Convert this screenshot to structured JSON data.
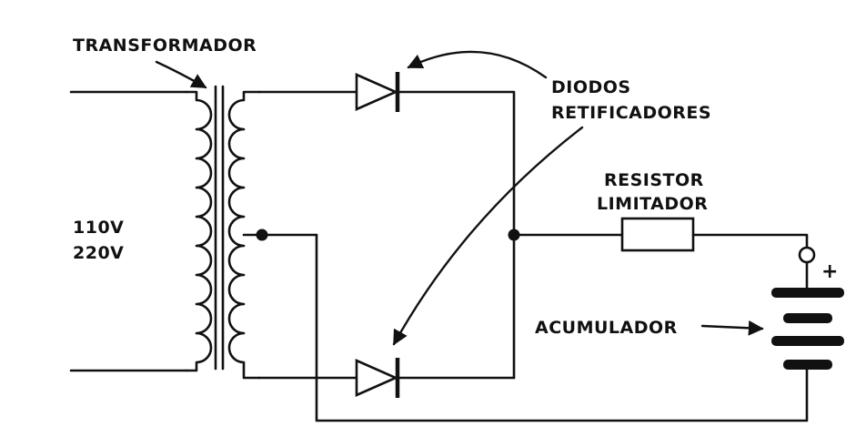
{
  "labels": {
    "transformer": "TRANSFORMADOR",
    "voltage_line1": "110V",
    "voltage_line2": "220V",
    "diodes_line1": "DIODOS",
    "diodes_line2": "RETIFICADORES",
    "resistor_line1": "RESISTOR",
    "resistor_line2": "LIMITADOR",
    "battery": "ACUMULADOR",
    "battery_positive": "+"
  },
  "colors": {
    "ink": "#111111",
    "background": "#ffffff"
  }
}
